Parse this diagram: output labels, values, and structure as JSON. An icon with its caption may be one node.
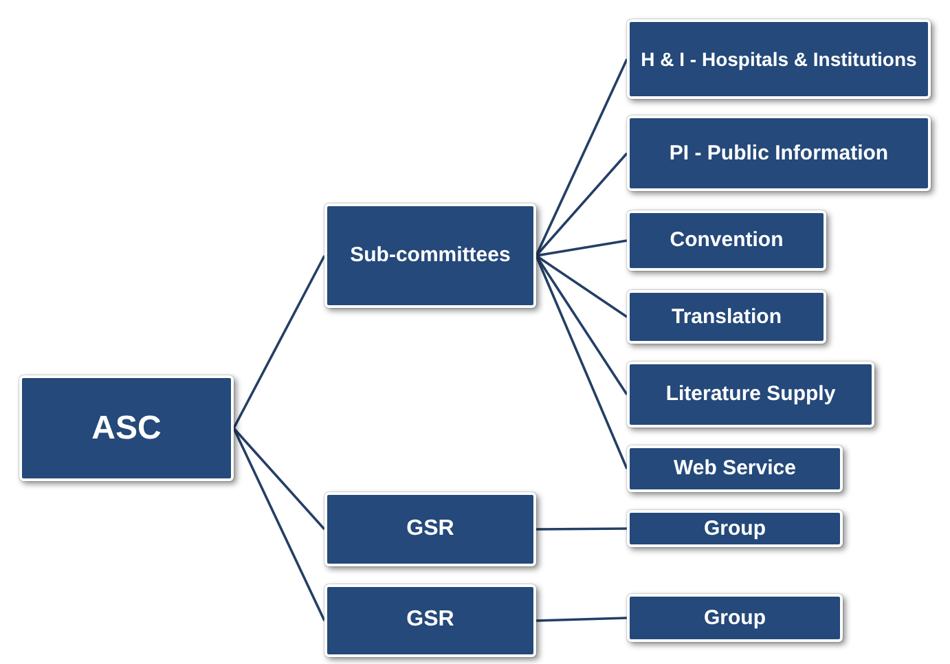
{
  "diagram": {
    "nodes": [
      {
        "text": [
          "ASC"
        ]
      },
      {
        "text": [
          "Sub-committees"
        ]
      },
      {
        "text": [
          "H & I - Hospitals & Institutions"
        ]
      },
      {
        "text": [
          "PI - Public Information"
        ]
      },
      {
        "text": [
          "Convention"
        ]
      },
      {
        "text": [
          "Translation"
        ]
      },
      {
        "text": [
          "Literature Supply"
        ]
      },
      {
        "text": [
          "Web Service"
        ]
      },
      {
        "text": [
          "GSR"
        ]
      },
      {
        "text": [
          "Group"
        ]
      },
      {
        "text": [
          "GSR"
        ]
      },
      {
        "text": [
          "Group"
        ]
      }
    ],
    "edges": [
      {
        "from": 0,
        "to": 1,
        "arrow": "none"
      },
      {
        "from": 0,
        "to": 8,
        "arrow": "none"
      },
      {
        "from": 0,
        "to": 10,
        "arrow": "none"
      },
      {
        "from": 1,
        "to": 2,
        "arrow": "none"
      },
      {
        "from": 1,
        "to": 3,
        "arrow": "none"
      },
      {
        "from": 1,
        "to": 4,
        "arrow": "none"
      },
      {
        "from": 1,
        "to": 5,
        "arrow": "none"
      },
      {
        "from": 1,
        "to": 6,
        "arrow": "none"
      },
      {
        "from": 1,
        "to": 7,
        "arrow": "none"
      },
      {
        "from": 8,
        "to": 9,
        "arrow": "none"
      },
      {
        "from": 10,
        "to": 11,
        "arrow": "none"
      }
    ]
  }
}
